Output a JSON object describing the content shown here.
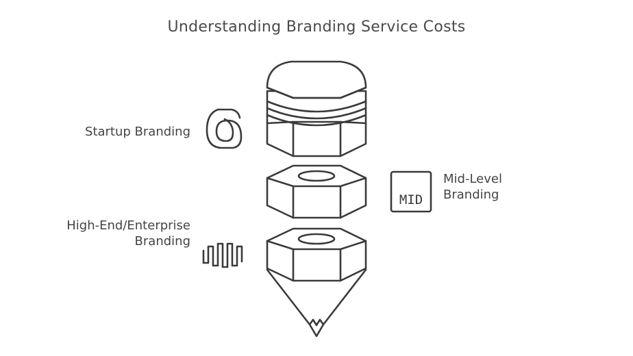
{
  "title": "Understanding Branding Service Costs",
  "tiers": [
    {
      "label": "Startup Branding",
      "icon": "threads-spiral-icon"
    },
    {
      "label": "Mid-Level Branding",
      "icon": "mid-badge-icon",
      "badge_text": "MID"
    },
    {
      "label": "High-End/Enterprise Branding",
      "icon": "waveform-icon"
    }
  ],
  "colors": {
    "stroke": "#3a3a3a",
    "text": "#444444",
    "background": "#ffffff"
  }
}
